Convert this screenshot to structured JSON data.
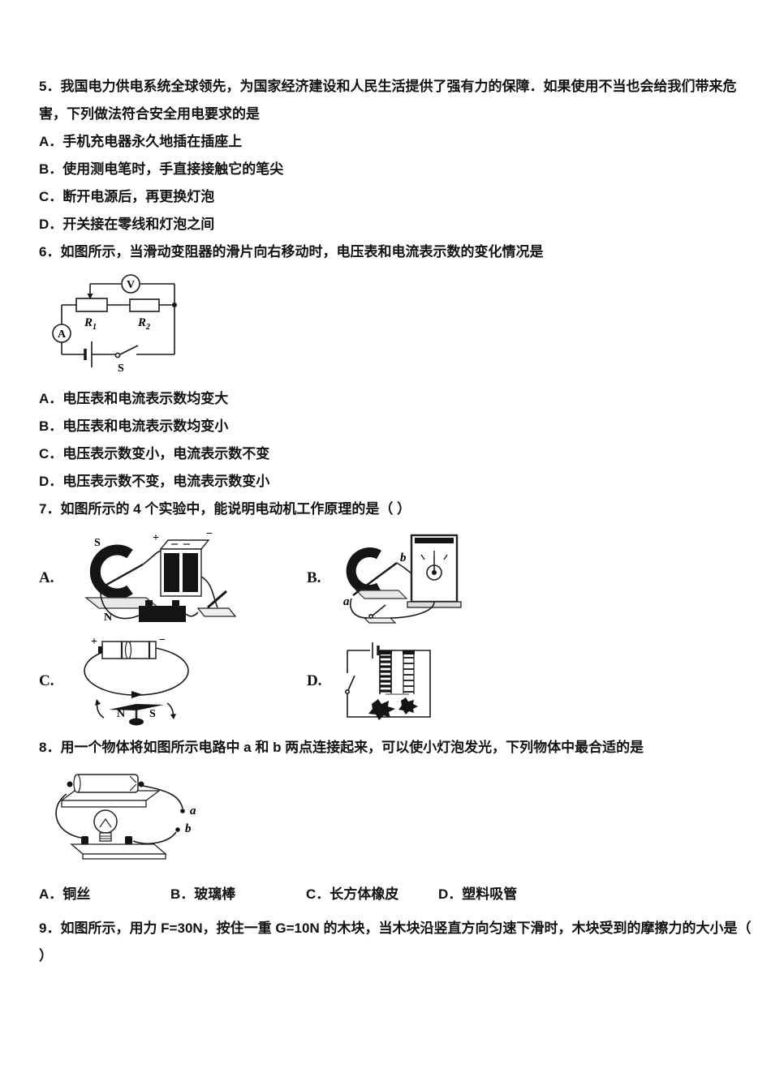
{
  "q5": {
    "lines": [
      "5．我国电力供电系统全球领先，为国家经济建设和人民生活提供了强有力的保障．如果使用不当也会给我们带来危",
      "害，下列做法符合安全用电要求的是"
    ],
    "options": [
      "A．手机充电器永久地插在插座上",
      "B．使用测电笔时，手直接接触它的笔尖",
      "C．断开电源后，再更换灯泡",
      "D．开关接在零线和灯泡之间"
    ]
  },
  "q6": {
    "stem": "6．如图所示，当滑动变阻器的滑片向右移动时，电压表和电流表示数的变化情况是",
    "figure": {
      "voltmeter": "V",
      "ammeter": "A",
      "r1_main": "R",
      "r1_sub": "1",
      "r2_main": "R",
      "r2_sub": "2",
      "switch": "S"
    },
    "options": [
      "A．电压表和电流表示数均变大",
      "B．电压表和电流表示数均变小",
      "C．电压表示数变小，电流表示数不变",
      "D．电压表示数不变，电流表示数变小"
    ]
  },
  "q7": {
    "stem": "7．如图所示的 4 个实验中，能说明电动机工作原理的是（ ）",
    "items": {
      "a": {
        "label": "A.",
        "pole_top": "S",
        "pole_bottom": "N",
        "plus": "+",
        "minus": "−"
      },
      "b": {
        "label": "B.",
        "point_a": "a",
        "point_b": "b"
      },
      "c": {
        "label": "C.",
        "plus": "+",
        "minus": "−",
        "needle_n": "N",
        "needle_s": "S"
      },
      "d": {
        "label": "D."
      }
    }
  },
  "q8": {
    "stem": "8．用一个物体将如图所示电路中 a 和 b 两点连接起来，可以使小灯泡发光，下列物体中最合适的是",
    "figure": {
      "point_a": "a",
      "point_b": "b"
    },
    "options": [
      "A．铜丝",
      "B．玻璃棒",
      "C．长方体橡皮",
      "D．塑料吸管"
    ]
  },
  "q9": {
    "lines": [
      "9．如图所示，用力 F=30N，按住一重 G=10N 的木块，当木块沿竖直方向匀速下滑时，木块受到的摩擦力的大小是（",
      "）"
    ]
  }
}
